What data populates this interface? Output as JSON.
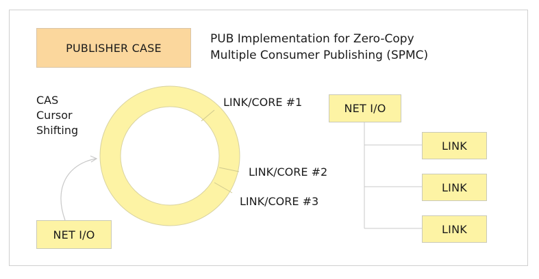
{
  "publisher_case": "PUBLISHER CASE",
  "title_line1": "PUB Implementation for Zero-Copy",
  "title_line2": "Multiple Consumer Publishing (SPMC)",
  "cas_label": [
    "CAS",
    "Cursor",
    "Shifting"
  ],
  "ring_links": [
    "LINK/CORE #1",
    "LINK/CORE #2",
    "LINK/CORE #3"
  ],
  "net_io_left": "NET I/O",
  "net_io_right": "NET I/O",
  "links": [
    "LINK",
    "LINK",
    "LINK"
  ],
  "colors": {
    "ring_fill": "#fdf3a4",
    "box_yellow": "#fdf3a4",
    "box_orange": "#fbd79d"
  }
}
